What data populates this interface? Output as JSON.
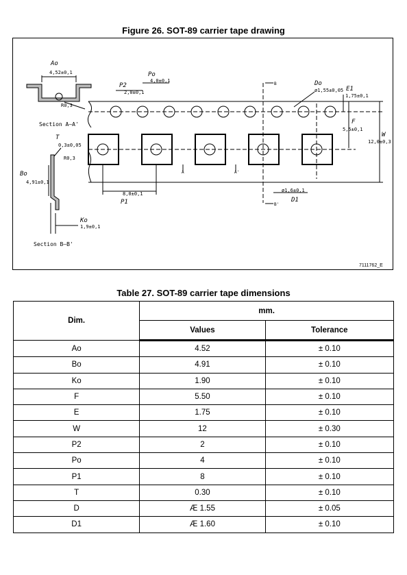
{
  "figure": {
    "title": "Figure 26. SOT-89 carrier tape drawing",
    "ref": "7111762_E",
    "labels": {
      "ao": "Ao",
      "ao_val": "4,52±0,1",
      "r03a": "R0,3",
      "section_aa": "Section A–A'",
      "t": "T",
      "t_val": "0,3±0,05",
      "r03b": "R0,3",
      "bo": "Bo",
      "bo_val": "4,91±0,1",
      "ko": "Ko",
      "ko_val": "1,9±0,1",
      "section_bb": "Section B–B'",
      "p2": "P2",
      "p2_val": "2,0±0,1",
      "po": "Po",
      "po_val": "4,0±0,1",
      "do": "Do",
      "do_val": "ø1,55±0,05",
      "e1": "E1",
      "e1_val": "1,75±0,1",
      "f": "F",
      "f_val": "5,5±0,1",
      "w": "W",
      "w_val": "12,0±0,3",
      "p1": "P1",
      "p1_val": "8,0±0,1",
      "d1": "D1",
      "d1_val": "ø1,6±0,1",
      "a": "A",
      "a2": "A'",
      "b": "B",
      "b2": "B'"
    }
  },
  "table": {
    "title": "Table 27. SOT-89 carrier tape dimensions",
    "headers": {
      "dim": "Dim.",
      "mm": "mm.",
      "values": "Values",
      "tolerance": "Tolerance"
    },
    "rows": [
      {
        "dim": "Ao",
        "value": "4.52",
        "tol": "± 0.10"
      },
      {
        "dim": "Bo",
        "value": "4.91",
        "tol": "± 0.10"
      },
      {
        "dim": "Ko",
        "value": "1.90",
        "tol": "± 0.10"
      },
      {
        "dim": "F",
        "value": "5.50",
        "tol": "± 0.10"
      },
      {
        "dim": "E",
        "value": "1.75",
        "tol": "± 0.10"
      },
      {
        "dim": "W",
        "value": "12",
        "tol": "± 0.30"
      },
      {
        "dim": "P2",
        "value": "2",
        "tol": "± 0.10"
      },
      {
        "dim": "Po",
        "value": "4",
        "tol": "± 0.10"
      },
      {
        "dim": "P1",
        "value": "8",
        "tol": "± 0.10"
      },
      {
        "dim": "T",
        "value": "0.30",
        "tol": "± 0.10"
      },
      {
        "dim": "D",
        "value": "Æ 1.55",
        "tol": "± 0.05"
      },
      {
        "dim": "D1",
        "value": "Æ 1.60",
        "tol": "± 0.10"
      }
    ]
  }
}
